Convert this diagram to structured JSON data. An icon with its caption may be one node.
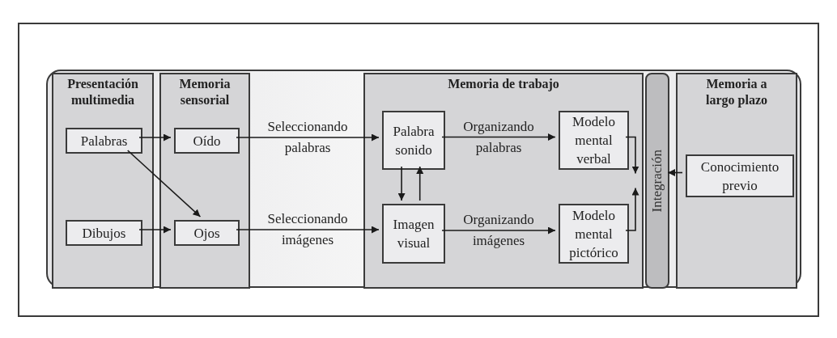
{
  "diagram": {
    "nodes": [
      {
        "text": [],
        "shape": "box"
      },
      {
        "text": [
          "Presentación multimedia"
        ],
        "in": 0
      },
      {
        "text": [
          "Palabras"
        ],
        "in": 1
      },
      {
        "text": [
          "Dibujos"
        ],
        "in": 1
      },
      {
        "text": [
          "Memoria sensorial"
        ],
        "in": 0
      },
      {
        "text": [
          "Oído"
        ],
        "in": 4
      },
      {
        "text": [
          "Ojos"
        ],
        "in": 4
      },
      {
        "text": [
          "Memoria de trabajo"
        ],
        "in": 0
      },
      {
        "text": [
          "Palabra sonido"
        ],
        "in": 7
      },
      {
        "text": [
          "Imagen visual"
        ],
        "in": 7
      },
      {
        "text": [
          "Modelo mental verbal"
        ],
        "in": 7
      },
      {
        "text": [
          "Modelo mental pictórico"
        ],
        "in": 7
      },
      {
        "text": [
          "Integración"
        ],
        "in": 0
      },
      {
        "text": [
          "Memoria a largo plazo"
        ],
        "in": 0
      },
      {
        "text": [
          "Conocimiento previo"
        ],
        "in": 13
      }
    ],
    "edges": [
      {
        "from": 2,
        "to": 5,
        "arrow": "to"
      },
      {
        "from": 2,
        "to": 6,
        "arrow": "to"
      },
      {
        "from": 3,
        "to": 6,
        "arrow": "to"
      },
      {
        "from": 5,
        "to": 8,
        "arrow": "to",
        "label": "Seleccionando palabras"
      },
      {
        "from": 6,
        "to": 9,
        "arrow": "to",
        "label": "Seleccionando imágenes"
      },
      {
        "from": 8,
        "to": 9,
        "arrow": "to"
      },
      {
        "from": 9,
        "to": 8,
        "arrow": "to"
      },
      {
        "from": 8,
        "to": 10,
        "arrow": "to",
        "label": "Organizando palabras"
      },
      {
        "from": 9,
        "to": 11,
        "arrow": "to",
        "label": "Organizando imágenes"
      },
      {
        "from": 10,
        "to": 12,
        "arrow": "to"
      },
      {
        "from": 11,
        "to": 12,
        "arrow": "to"
      },
      {
        "from": 14,
        "to": 12,
        "arrow": "to"
      }
    ]
  }
}
